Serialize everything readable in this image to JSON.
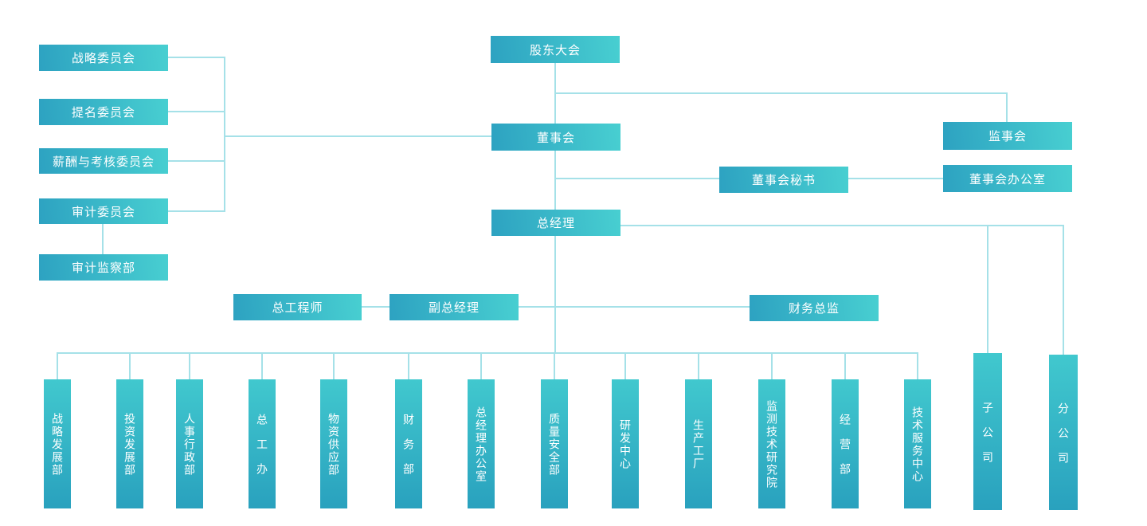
{
  "diagram": {
    "type": "org-chart",
    "language": "zh-CN"
  },
  "colors": {
    "hbox_gradient_start": "#2da2c1",
    "hbox_gradient_end": "#48cfd1",
    "vbox_gradient_start": "#41c8ce",
    "vbox_gradient_end": "#29a1be",
    "connector_line": "#a5e1e8",
    "text": "#ffffff",
    "background": "#ffffff"
  },
  "nodes": {
    "shareholders": {
      "label": "股东大会"
    },
    "board": {
      "label": "董事会"
    },
    "supervisory_board": {
      "label": "监事会"
    },
    "board_secretary": {
      "label": "董事会秘书"
    },
    "board_office": {
      "label": "董事会办公室"
    },
    "general_manager": {
      "label": "总经理"
    },
    "chief_engineer": {
      "label": "总工程师"
    },
    "deputy_general_manager": {
      "label": "副总经理"
    },
    "finance_director": {
      "label": "财务总监"
    },
    "strategy_committee": {
      "label": "战略委员会"
    },
    "nomination_committee": {
      "label": "提名委员会"
    },
    "compensation_committee": {
      "label": "薪酬与考核委员会"
    },
    "audit_committee": {
      "label": "审计委员会"
    },
    "audit_supervision_dept": {
      "label": "审计监察部"
    }
  },
  "departments": [
    {
      "label": "战略发展部"
    },
    {
      "label": "投资发展部"
    },
    {
      "label": "人事行政部"
    },
    {
      "label": "总工办"
    },
    {
      "label": "物资供应部"
    },
    {
      "label": "财务部"
    },
    {
      "label": "总经理办公室"
    },
    {
      "label": "质量安全部"
    },
    {
      "label": "研发中心"
    },
    {
      "label": "生产工厂"
    },
    {
      "label": "监测技术研究院"
    },
    {
      "label": "经营部"
    },
    {
      "label": "技术服务中心"
    }
  ],
  "subsidiaries": [
    {
      "label": "子公司"
    },
    {
      "label": "分公司"
    }
  ],
  "edges": [
    {
      "from": "股东大会",
      "to": "董事会"
    },
    {
      "from": "股东大会",
      "to": "监事会"
    },
    {
      "from": "董事会",
      "to": "战略委员会"
    },
    {
      "from": "董事会",
      "to": "提名委员会"
    },
    {
      "from": "董事会",
      "to": "薪酬与考核委员会"
    },
    {
      "from": "董事会",
      "to": "审计委员会"
    },
    {
      "from": "审计委员会",
      "to": "审计监察部"
    },
    {
      "from": "董事会",
      "to": "董事会秘书"
    },
    {
      "from": "董事会秘书",
      "to": "董事会办公室"
    },
    {
      "from": "董事会",
      "to": "总经理"
    },
    {
      "from": "总经理",
      "to": "副总经理"
    },
    {
      "from": "副总经理",
      "to": "总工程师"
    },
    {
      "from": "总经理",
      "to": "财务总监"
    },
    {
      "from": "总经理",
      "to": "战略发展部"
    },
    {
      "from": "总经理",
      "to": "投资发展部"
    },
    {
      "from": "总经理",
      "to": "人事行政部"
    },
    {
      "from": "总经理",
      "to": "总工办"
    },
    {
      "from": "总经理",
      "to": "物资供应部"
    },
    {
      "from": "总经理",
      "to": "财务部"
    },
    {
      "from": "总经理",
      "to": "总经理办公室"
    },
    {
      "from": "总经理",
      "to": "质量安全部"
    },
    {
      "from": "总经理",
      "to": "研发中心"
    },
    {
      "from": "总经理",
      "to": "生产工厂"
    },
    {
      "from": "总经理",
      "to": "监测技术研究院"
    },
    {
      "from": "总经理",
      "to": "经营部"
    },
    {
      "from": "总经理",
      "to": "技术服务中心"
    },
    {
      "from": "总经理",
      "to": "子公司"
    },
    {
      "from": "总经理",
      "to": "分公司"
    }
  ]
}
